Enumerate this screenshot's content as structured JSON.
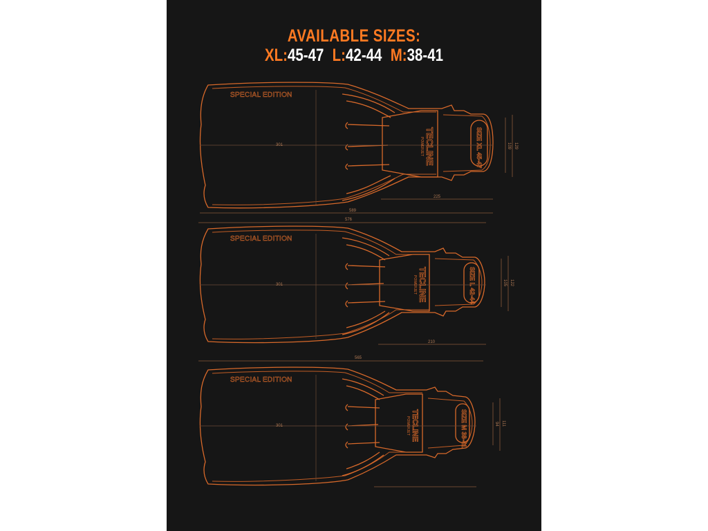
{
  "header": {
    "title": "AVAILABLE SIZES:",
    "sizes": [
      {
        "label": "XL:",
        "range": "45-47"
      },
      {
        "label": "L:",
        "range": "42-44"
      },
      {
        "label": "M:",
        "range": "38-41"
      }
    ]
  },
  "colors": {
    "background": "#161616",
    "accent": "#ff7a22",
    "line": "#d8692a",
    "text": "#ffffff"
  },
  "fins": [
    {
      "edition": "SPECIAL EDITION",
      "brand": "TECLINE",
      "model": "POWERJET",
      "heel_label": "SIZE XL 45-47",
      "dims": {
        "blade": "301",
        "foot": "225",
        "total": "589",
        "inner": "109",
        "outer": "129"
      }
    },
    {
      "edition": "SPECIAL EDITION",
      "brand": "TECLINE",
      "model": "POWERJET",
      "heel_label": "SIZE L 42-44",
      "dims": {
        "blade": "301",
        "foot": "210",
        "total": "576",
        "inner": "105",
        "outer": "122"
      }
    },
    {
      "edition": "SPECIAL EDITION",
      "brand": "TECLINE",
      "model": "POWERJET",
      "heel_label": "SIZE M 38-41",
      "dims": {
        "blade": "301",
        "foot": "",
        "total": "565",
        "inner": "94",
        "outer": "111"
      }
    }
  ]
}
